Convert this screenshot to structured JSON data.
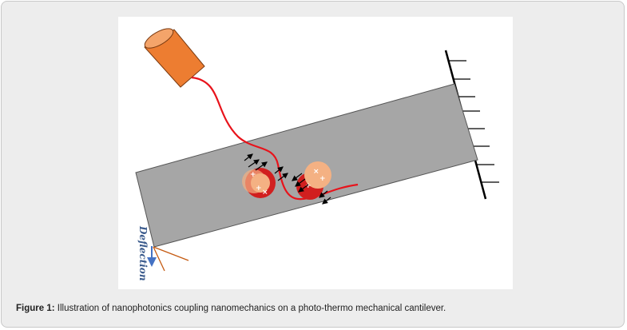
{
  "figure": {
    "deflection_label": "Deflection",
    "colors": {
      "cantilever": "#a6a6a6",
      "fiber": "#ed7d31",
      "waveguide": "#e8131b",
      "resonator_outer": "#d11f1f",
      "particle": "#f4b183",
      "deflection_arrow": "#4472c4",
      "wall": "#000000"
    }
  },
  "caption": {
    "label": "Figure 1:",
    "text": " Illustration of nanophotonics coupling nanomechanics on a photo-thermo mechanical cantilever."
  }
}
